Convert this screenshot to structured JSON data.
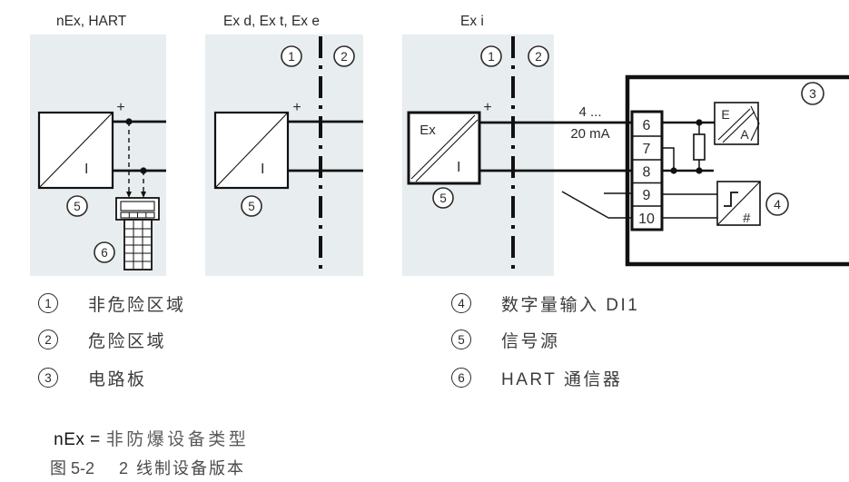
{
  "diagram": {
    "panel1": {
      "title": "nEx, HART",
      "plus": "+",
      "source_i": "I",
      "callout_source": "5",
      "callout_communicator": "6"
    },
    "panel2": {
      "title": "Ex d, Ex t, Ex e",
      "callout_safe": "1",
      "callout_hazard": "2",
      "plus": "+",
      "source_i": "I",
      "callout_source": "5"
    },
    "panel3": {
      "title": "Ex i",
      "callout_safe": "1",
      "callout_hazard": "2",
      "ex": "Ex",
      "plus": "+",
      "source_i": "I",
      "callout_source": "5",
      "range_line1": "4 ...",
      "range_line2": "20 mA"
    },
    "board": {
      "callout_board": "3",
      "terminals": [
        "6",
        "7",
        "8",
        "9",
        "10"
      ],
      "analog_module": {
        "e": "E",
        "a": "A"
      },
      "digital_module": {
        "hash": "#",
        "callout": "4"
      }
    },
    "colors": {
      "panel_fill": "#e8edf0",
      "line": "#111111"
    }
  },
  "legend": {
    "items": [
      {
        "num": "1",
        "label": "非危险区域"
      },
      {
        "num": "2",
        "label": "危险区域"
      },
      {
        "num": "3",
        "label": "电路板"
      },
      {
        "num": "4",
        "label": "数字量输入 DI1"
      },
      {
        "num": "5",
        "label": "信号源"
      },
      {
        "num": "6",
        "label": "HART 通信器"
      }
    ]
  },
  "note": {
    "prefix": "nEx =",
    "text": "非防爆设备类型"
  },
  "caption": {
    "figure": "图 5-2",
    "title": "2 线制设备版本"
  }
}
